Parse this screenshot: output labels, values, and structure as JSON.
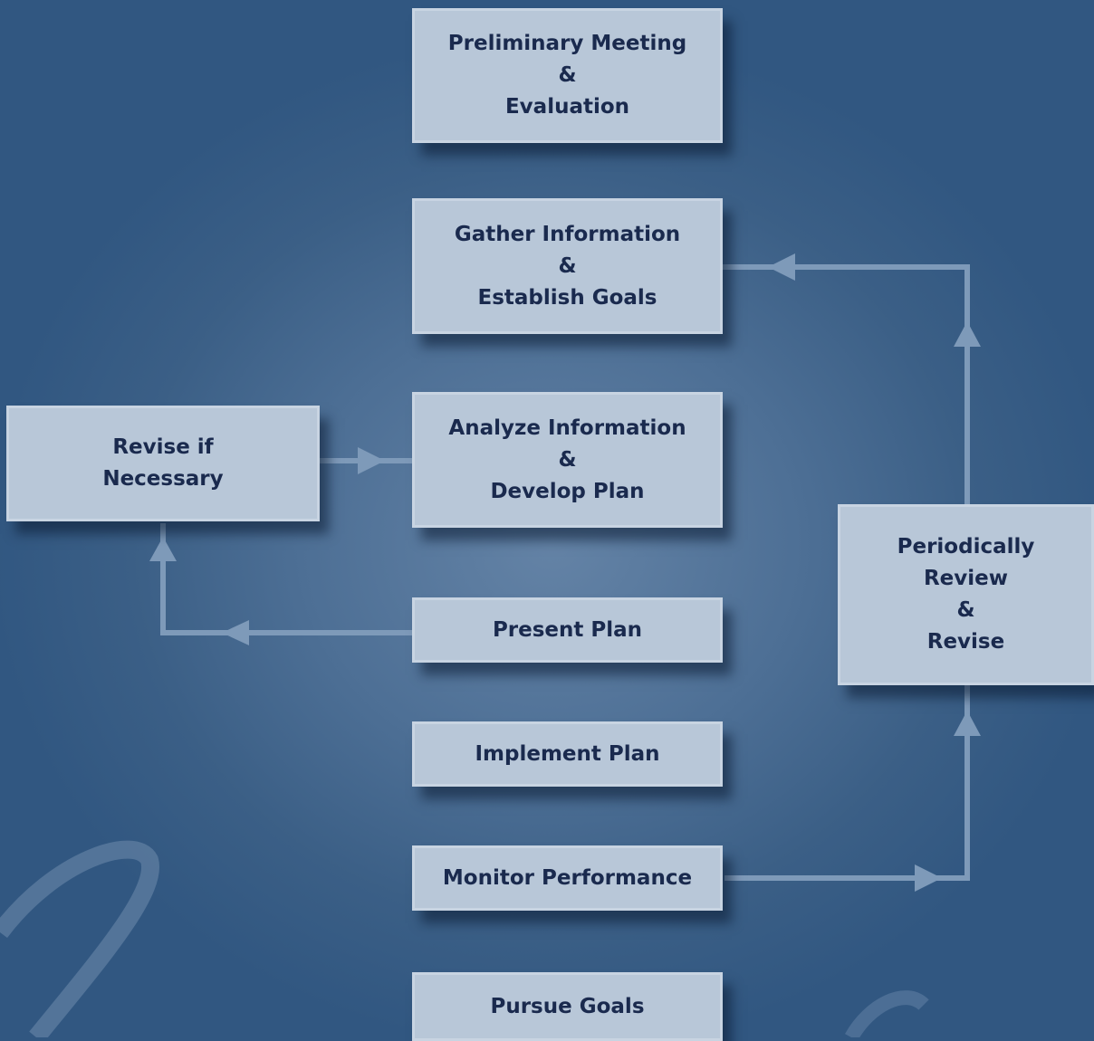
{
  "colors": {
    "box_fill": "#b8c7d8",
    "box_border": "#c8d4e2",
    "box_text": "#1a2a4e",
    "connector": "#7e9ab9"
  },
  "boxes": {
    "preliminary": {
      "lines": [
        "Preliminary Meeting",
        "&",
        "Evaluation"
      ]
    },
    "gather": {
      "lines": [
        "Gather Information",
        "&",
        "Establish Goals"
      ]
    },
    "analyze": {
      "lines": [
        "Analyze Information",
        "&",
        "Develop Plan"
      ]
    },
    "present": {
      "lines": [
        "Present Plan"
      ]
    },
    "implement": {
      "lines": [
        "Implement Plan"
      ]
    },
    "monitor": {
      "lines": [
        "Monitor Performance"
      ]
    },
    "pursue": {
      "lines": [
        "Pursue Goals"
      ]
    },
    "revise_if": {
      "lines": [
        "Revise if",
        "Necessary"
      ]
    },
    "periodic": {
      "lines": [
        "Periodically",
        "Review",
        "&",
        "Revise"
      ]
    }
  },
  "connectors": [
    {
      "from": "present",
      "to": "revise_if"
    },
    {
      "from": "revise_if",
      "to": "analyze"
    },
    {
      "from": "monitor",
      "to": "periodic"
    },
    {
      "from": "periodic",
      "to": "gather"
    }
  ]
}
